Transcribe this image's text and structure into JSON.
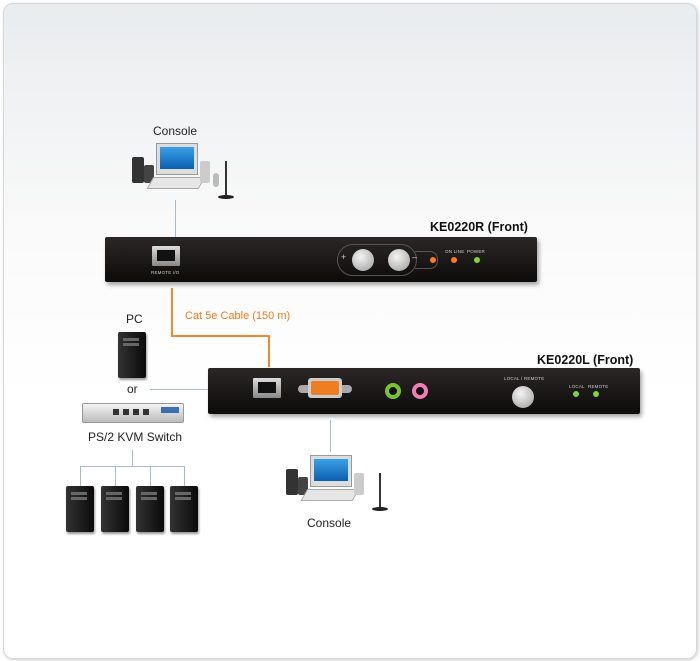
{
  "console_top": {
    "label": "Console"
  },
  "remote_unit": {
    "title": "KE0220R (Front)",
    "port_label": "REMOTE I/O",
    "plus": "+",
    "minus": "–",
    "led_labels": [
      "ON LINE",
      "POWER"
    ]
  },
  "cable": {
    "label": "Cat 5e Cable (150 m)"
  },
  "local_unit": {
    "title": "KE0220L (Front)",
    "switch_label": "LOCAL / REMOTE",
    "led_labels": [
      "LOCAL",
      "REMOTE"
    ]
  },
  "pc": {
    "label": "PC",
    "or": "or"
  },
  "kvm": {
    "label": "PS/2 KVM Switch"
  },
  "console_bottom": {
    "label": "Console"
  },
  "colors": {
    "cable": "#f08a2c",
    "line": "#a9bccc",
    "led_orange": "#ff7a1a",
    "led_green": "#7cd53a"
  }
}
